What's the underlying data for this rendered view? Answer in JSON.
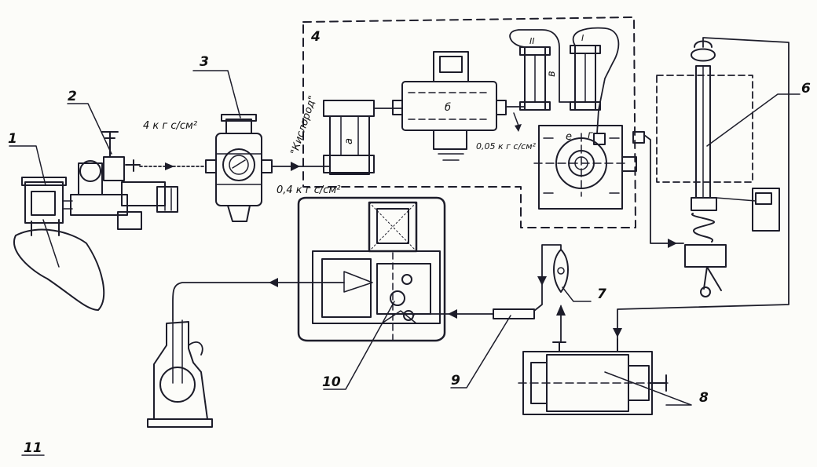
{
  "labels": {
    "n1": "1",
    "n2": "2",
    "n3": "3",
    "n4": "4",
    "n6": "6",
    "n7": "7",
    "n8": "8",
    "n9": "9",
    "n10": "10",
    "n11": "11",
    "pressure_inlet": "4 к г с/см²",
    "oxygen": "\"Кислород\"",
    "pressure_reduced": "0,4 к г с/см²",
    "pressure_low": "0,05 к г с/см²",
    "block_a": "а",
    "block_b": "б",
    "block_v": "в",
    "block_g": "г",
    "block_e": "е",
    "tube_ii": "II",
    "tube_i": "I"
  },
  "colors": {
    "ink": "#1d1d2a",
    "paper": "#fcfcf9"
  }
}
